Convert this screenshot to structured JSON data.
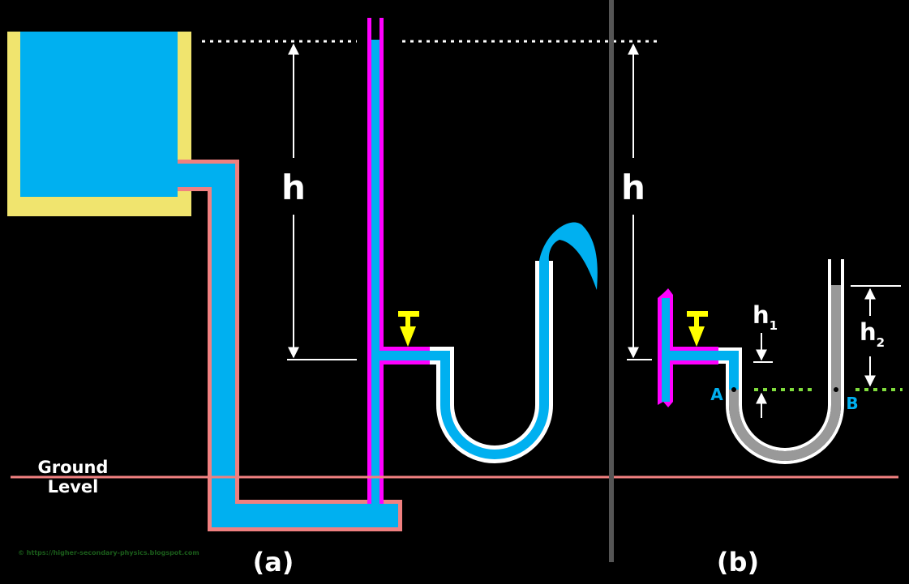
{
  "labels": {
    "h_a": "h",
    "h_b": "h",
    "h1_main": "h",
    "h1_sub": "1",
    "h2_main": "h",
    "h2_sub": "2",
    "point_a": "A",
    "point_b": "B",
    "ground_line1": "Ground",
    "ground_line2": "Level",
    "panel_a": "(a)",
    "panel_b": "(b)",
    "watermark": "© https://higher-secondary-physics.blogspot.com"
  },
  "colors": {
    "background": "#000000",
    "water": "#00b0f0",
    "tank_wall": "#f0e46e",
    "main_pipe_outline": "#f08080",
    "riser_outline": "#ff00ff",
    "tap": "#ffff00",
    "manometer_liquid": "#999999",
    "reference_line": "#7fdc3c",
    "divider": "#555555",
    "label_text": "#ffffff",
    "point_label": "#00b0f0",
    "watermark_text": "#1a5c1a"
  },
  "icons": {
    "tap_a": "tap-valve-icon",
    "tap_b": "tap-valve-icon"
  }
}
